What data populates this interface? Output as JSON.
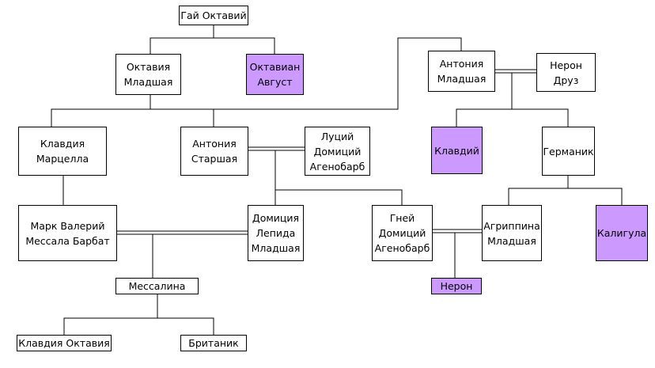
{
  "colors": {
    "emperor": "#cc99ff",
    "person": "#ffffff",
    "line": "#000000"
  },
  "people": {
    "gai_oktaviy": "Гай Октавий",
    "oktaviya_mladshaya": "Октавия\nМладшая",
    "oktavian_avgust": "Октавиан\nАвгуст",
    "antoniya_mladshaya": "Антония\nМладшая",
    "neron_druz": "Нерон\nДруз",
    "klavdiya_marcella": "Клавдия\nМарцелла",
    "antoniya_starshaya": "Антония\nСтаршая",
    "luciy_domiciy": "Луций\nДомиций\nАгенобарб",
    "klavdiy": "Клавдий",
    "germanik": "Германик",
    "mark_valeriy": "Марк Валерий\nМессала Барбат",
    "domiciya_lepida": "Домиция\nЛепида\nМладшая",
    "gney_domiciy": "Гней\nДомиций\nАгенобарб",
    "agrippina_mladshaya": "Агриппина\nМладшая",
    "kaligula": "Калигула",
    "messalina": "Мессалина",
    "neron": "Нерон",
    "klavdiya_oktaviya": "Клавдия Октавия",
    "britanik": "Британик"
  }
}
